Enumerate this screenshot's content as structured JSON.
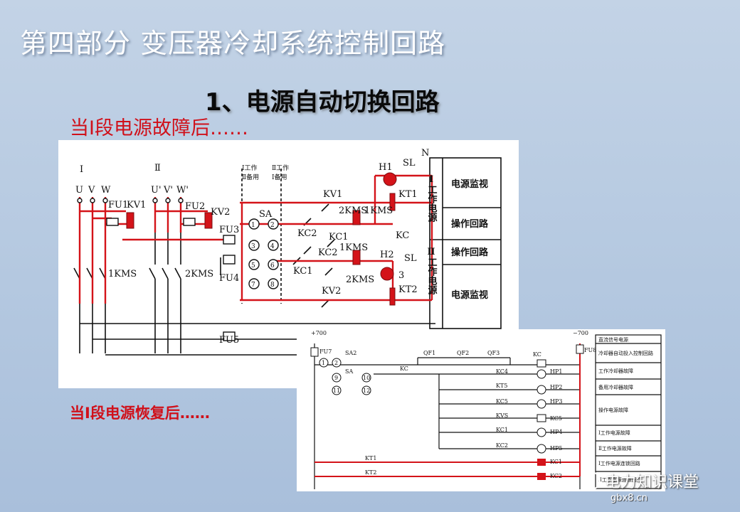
{
  "slide": {
    "title": "第四部分  变压器冷却系统控制回路",
    "subtitle": "1、电源自动切换回路",
    "note_fault": "当Ⅰ段电源故障后……",
    "note_restore": "当Ⅰ段电源恢复后……"
  },
  "diagram1": {
    "bus_labels": [
      "Ⅰ",
      "Ⅱ"
    ],
    "phase_labels": [
      "U",
      "V",
      "W",
      "U'",
      "V'",
      "W'"
    ],
    "fuses": [
      "FU1",
      "FU2",
      "FU3",
      "FU4",
      "FU5"
    ],
    "relays": [
      "KV1",
      "KV2"
    ],
    "contactors": [
      "1KMS",
      "2KMS"
    ],
    "switch": "SA",
    "sa_header_left": [
      "Ⅰ工作",
      "Ⅱ备用"
    ],
    "sa_header_right": [
      "Ⅱ工作",
      "Ⅰ备用"
    ],
    "sa_left_nums": [
      "1",
      "3",
      "5",
      "7"
    ],
    "sa_right_nums": [
      "2",
      "4",
      "6",
      "8"
    ],
    "contacts": [
      "KV1",
      "2KMS",
      "1KMS",
      "KC2",
      "KC1",
      "KC2",
      "1KMS",
      "KC1",
      "2KMS",
      "KV2",
      "KC"
    ],
    "indicators": [
      "H1",
      "SL",
      "KT1",
      "H2",
      "3",
      "SL",
      "KT2"
    ],
    "node_N": "N",
    "side_table": [
      {
        "label": "Ⅰ工作电源",
        "desc": "电源监视"
      },
      {
        "label": "",
        "desc": "操作回路"
      },
      {
        "label": "Ⅱ工作电源",
        "desc": "操作回路"
      },
      {
        "label": "",
        "desc": "电源监视"
      }
    ]
  },
  "diagram2": {
    "bus_plus": "+700",
    "bus_minus": "−700",
    "fuses": [
      "FU7",
      "FU8"
    ],
    "switch": "SA2",
    "switch_label": "SA",
    "sa2_nums": [
      "1",
      "2",
      "9",
      "10",
      "11",
      "12"
    ],
    "breakers": [
      "QF1",
      "QF2",
      "QF3"
    ],
    "contacts": [
      "KC",
      "KC",
      "KC4",
      "KT5",
      "KC5",
      "KVS",
      "KC1",
      "KC2",
      "KT1",
      "KT2"
    ],
    "lamps": [
      "KC",
      "HP1",
      "HP2",
      "HP3",
      "KC5",
      "HP4",
      "HP5",
      "KC1",
      "KC2"
    ],
    "side_table": [
      "直流信号电源",
      "冷却器自动投入控制回路",
      "工作冷却器故障",
      "备用冷却器故障",
      "操作电源故障",
      "Ⅰ工作电源故障",
      "Ⅱ工作电源故障",
      "Ⅰ工作电源连锁回路",
      "Ⅱ工作电源连锁回路"
    ]
  },
  "watermark": {
    "brand": "电力知识课堂",
    "site": "gbx8.cn"
  },
  "colors": {
    "wire_red": "#d41319",
    "title_shadow": "#4a5f80",
    "note_red": "#d0101a"
  }
}
